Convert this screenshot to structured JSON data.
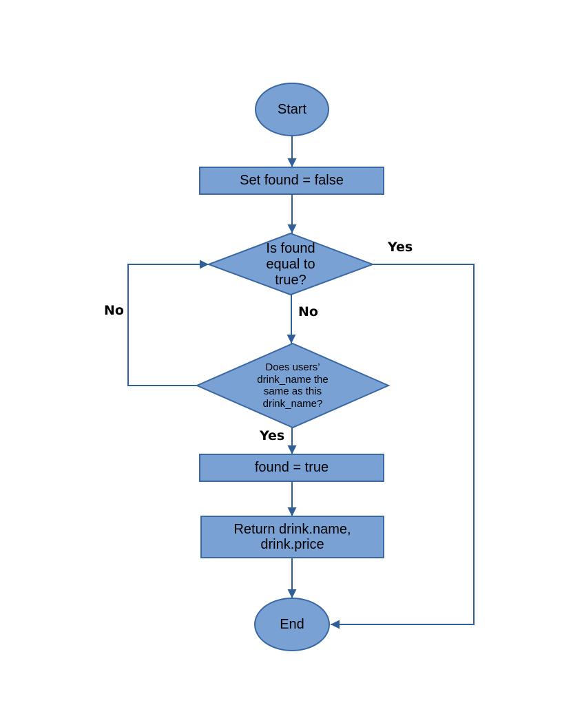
{
  "page": {
    "background_color": "#ffffff"
  },
  "flowchart": {
    "colors": {
      "node_fill": "#7AA1D3",
      "node_border": "#3A68A4",
      "connector": "#2F5F96",
      "text": "#000000"
    },
    "nodes": {
      "start": {
        "label": "Start"
      },
      "set_found": {
        "label": "Set found = false"
      },
      "is_found": {
        "line1": "Is found",
        "line2": "equal to",
        "line3": "true?"
      },
      "drink_match": {
        "line1": "Does users’",
        "line2": "drink_name the",
        "line3": "same as this",
        "line4": "drink_name?"
      },
      "found_true": {
        "label": "found = true"
      },
      "return_result": {
        "line1": "Return drink.name,",
        "line2": "drink.price"
      },
      "end": {
        "label": "End"
      }
    },
    "edge_labels": {
      "is_found_yes": "Yes",
      "is_found_no": "No",
      "drink_match_no": "No",
      "drink_match_yes": "Yes"
    }
  }
}
